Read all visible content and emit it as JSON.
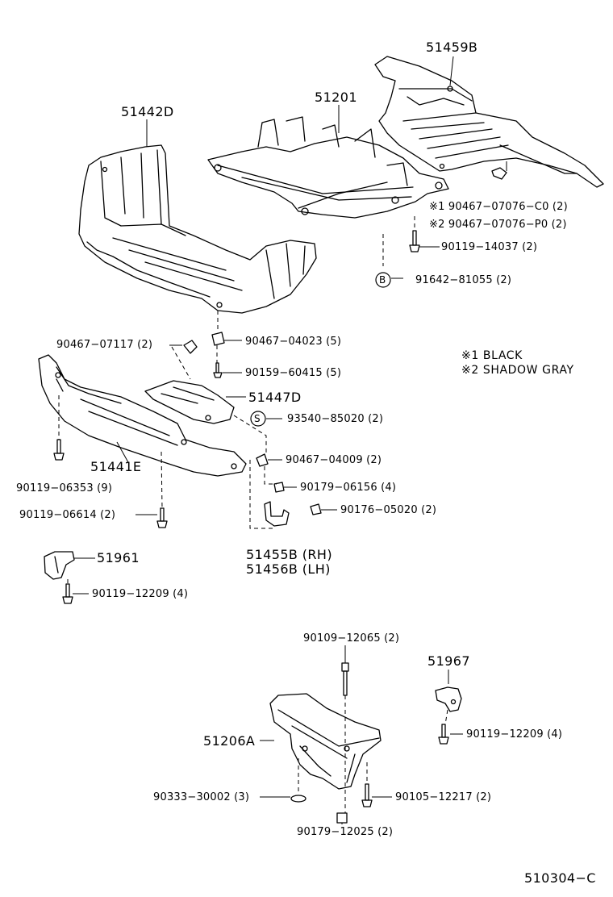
{
  "parts": {
    "p51459B": "51459B",
    "p51201": "51201",
    "p51442D": "51442D",
    "p90467_07076_C0": "※1 90467−07076−C0 (2)",
    "p90467_07076_P0": "※2 90467−07076−P0 (2)",
    "p90119_14037": "90119−14037 (2)",
    "p91642_81055": "91642−81055 (2)",
    "p90467_07117": "90467−07117 (2)",
    "p90467_04023": "90467−04023 (5)",
    "p90159_60415": "90159−60415 (5)",
    "p51447D": "51447D",
    "p93540_85020": "93540−85020 (2)",
    "p51441E": "51441E",
    "p90467_04009": "90467−04009 (2)",
    "p90119_06353": "90119−06353 (9)",
    "p90179_06156": "90179−06156 (4)",
    "p90176_05020": "90176−05020 (2)",
    "p90119_06614": "90119−06614 (2)",
    "p51455B": "51455B (RH)",
    "p51456B": "51456B (LH)",
    "p51961": "51961",
    "p90119_12209_a": "90119−12209 (4)",
    "p90109_12065": "90109−12065 (2)",
    "p51967": "51967",
    "p51206A": "51206A",
    "p90119_12209_b": "90119−12209 (4)",
    "p90333_30002": "90333−30002 (3)",
    "p90105_12217": "90105−12217 (2)",
    "p90179_12025": "90179−12025 (2)"
  },
  "markers": {
    "b": "B",
    "s": "S"
  },
  "legend": {
    "black": "※1  BLACK",
    "gray": "※2  SHADOW  GRAY"
  },
  "code": "510304−C"
}
